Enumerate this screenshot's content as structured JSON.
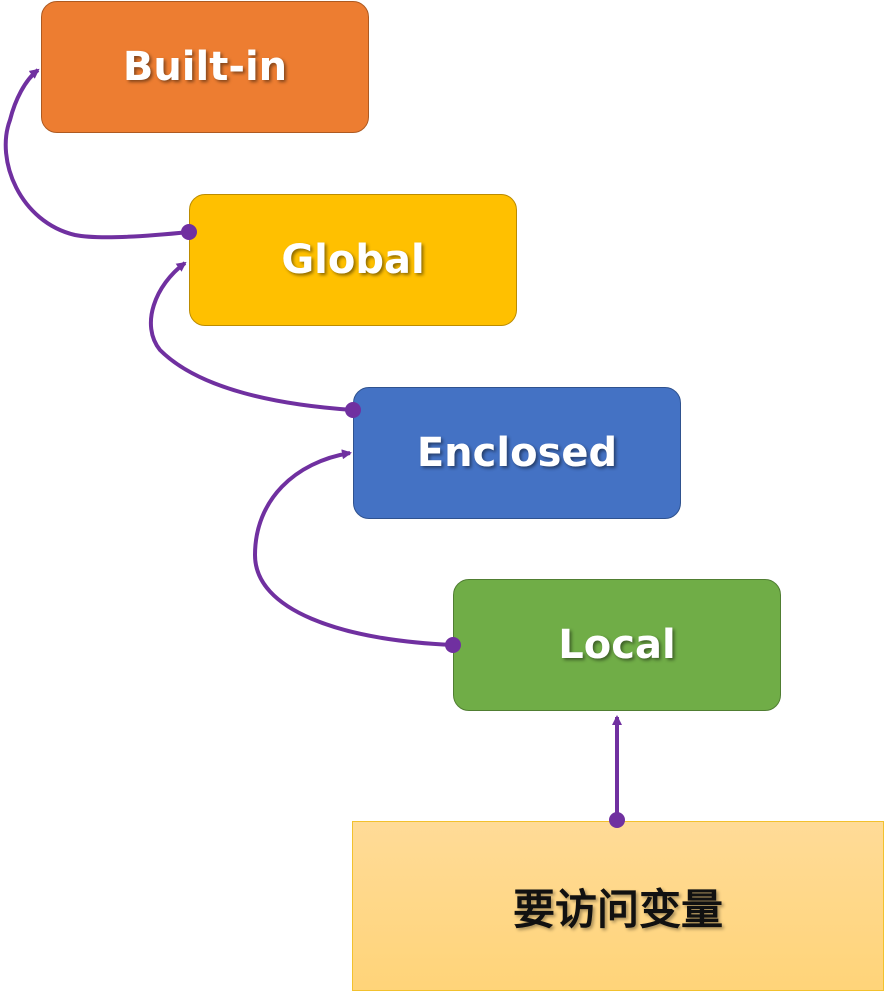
{
  "diagram": {
    "title": "Python LEGB variable lookup order",
    "nodes": [
      {
        "id": "builtin",
        "label": "Built-in",
        "fill": "#ed7d31",
        "border": "#ae5a21"
      },
      {
        "id": "global",
        "label": "Global",
        "fill": "#ffc000",
        "border": "#bc8c00"
      },
      {
        "id": "enclosed",
        "label": "Enclosed",
        "fill": "#4472c4",
        "border": "#2f528f"
      },
      {
        "id": "local",
        "label": "Local",
        "fill": "#70ad47",
        "border": "#507e32"
      },
      {
        "id": "variable",
        "label": "要访问变量",
        "fill": "#ffd77f",
        "border": "#f2c12e"
      }
    ],
    "edges": [
      {
        "from": "variable",
        "to": "local"
      },
      {
        "from": "local",
        "to": "enclosed"
      },
      {
        "from": "enclosed",
        "to": "global"
      },
      {
        "from": "global",
        "to": "builtin"
      }
    ],
    "arrow_color": "#7030a0"
  }
}
